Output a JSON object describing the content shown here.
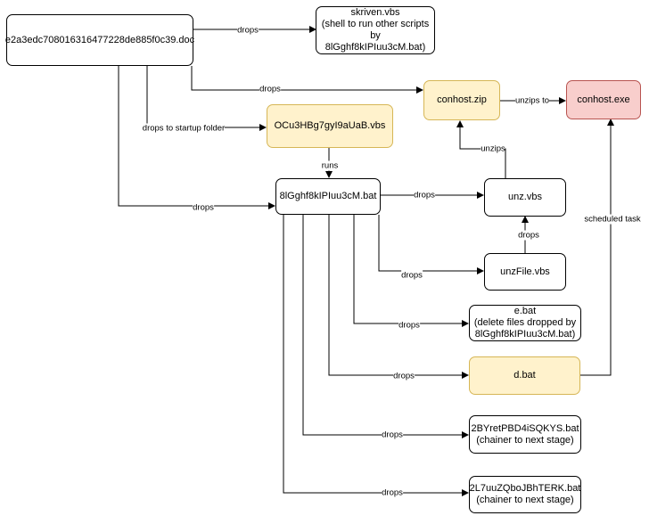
{
  "nodes": {
    "doc": {
      "lines": [
        "e2a3edc708016316477228de885f0c39.doc"
      ]
    },
    "skriven": {
      "lines": [
        "skriven.vbs",
        "(shell to run other scripts by",
        "8lGghf8kIPIuu3cM.bat)"
      ]
    },
    "conhost_zip": {
      "lines": [
        "conhost.zip"
      ]
    },
    "conhost_exe": {
      "lines": [
        "conhost.exe"
      ]
    },
    "ocu": {
      "lines": [
        "OCu3HBg7gyI9aUaB.vbs"
      ]
    },
    "bat": {
      "lines": [
        "8lGghf8kIPIuu3cM.bat"
      ]
    },
    "unz": {
      "lines": [
        "unz.vbs"
      ]
    },
    "unzfile": {
      "lines": [
        "unzFile.vbs"
      ]
    },
    "ebat": {
      "lines": [
        "e.bat",
        "(delete files dropped by",
        "8lGghf8kIPIuu3cM.bat)"
      ]
    },
    "dbat": {
      "lines": [
        "d.bat"
      ]
    },
    "b2y": {
      "lines": [
        "2BYretPBD4iSQKYS.bat",
        "(chainer to next stage)"
      ]
    },
    "b2l": {
      "lines": [
        "2L7uuZQboJBhTERK.bat",
        "(chainer to next stage)"
      ]
    }
  },
  "edge_labels": {
    "doc_skriven": "drops",
    "doc_zip": "drops",
    "doc_startup": "drops to startup folder",
    "doc_bat": "drops",
    "ocu_bat": "runs",
    "zip_exe": "unzips to",
    "unz_zip": "unzips",
    "bat_unz": "drops",
    "unzfile_unz": "drops",
    "bat_unzfile": "drops",
    "bat_ebat": "drops",
    "bat_dbat": "drops",
    "dbat_exe": "scheduled task",
    "bat_b2y": "drops",
    "bat_b2l": "drops"
  },
  "colors": {
    "stroke": "#000000",
    "yellow_fill": "#fff2cc",
    "yellow_border": "#d6b656",
    "red_fill": "#f8cecc",
    "red_border": "#b85450"
  }
}
